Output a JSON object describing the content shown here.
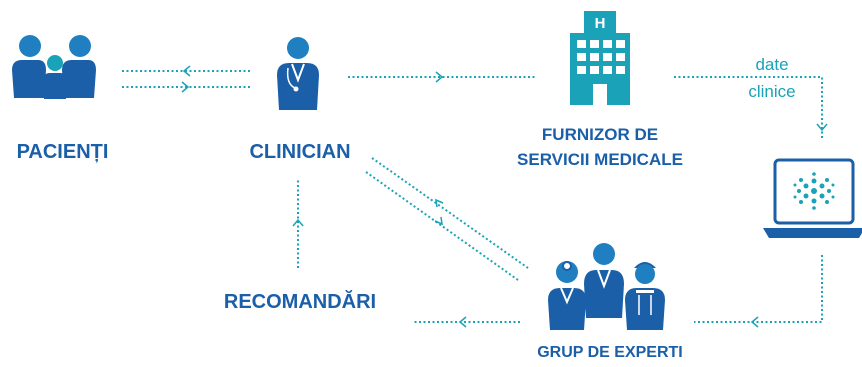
{
  "labels": {
    "patients": "PACIENȚI",
    "clinician": "CLINICIAN",
    "provider_line1": "FURNIZOR DE",
    "provider_line2": "SERVICII MEDICALE",
    "recommendations": "RECOMANDĂRI",
    "expert_group": "GRUP DE EXPERTI",
    "clinical_data_line1": "date",
    "clinical_data_line2": "clinice"
  },
  "icons": {
    "patients": "family-icon",
    "clinician": "doctor-icon",
    "provider": "hospital-icon",
    "hospital_letter": "H",
    "platform": "laptop-icon",
    "experts": "medical-team-icon"
  },
  "colors": {
    "dark_blue": "#1a5fa8",
    "teal": "#1aa3b8",
    "mid_blue": "#1f7fc0"
  }
}
